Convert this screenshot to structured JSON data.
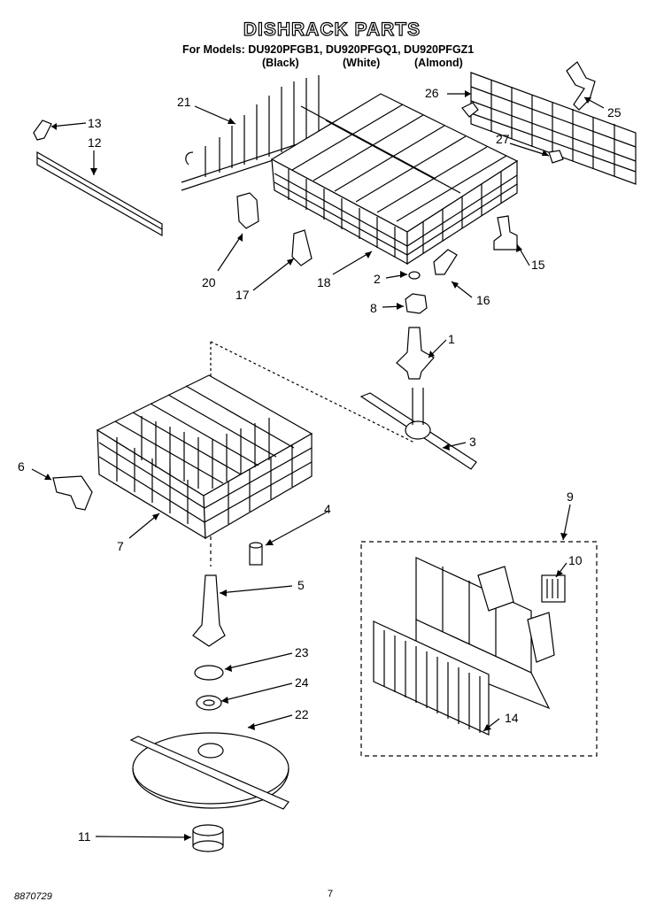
{
  "header": {
    "title": "DISHRACK PARTS",
    "models_line": "For Models: DU920PFGB1, DU920PFGQ1, DU920PFGZ1",
    "colors": [
      "(Black)",
      "(White)",
      "(Almond)"
    ]
  },
  "callouts": [
    "1",
    "2",
    "3",
    "4",
    "5",
    "6",
    "7",
    "8",
    "9",
    "10",
    "11",
    "12",
    "13",
    "14",
    "15",
    "16",
    "17",
    "18",
    "20",
    "21",
    "22",
    "23",
    "24",
    "25",
    "26",
    "27"
  ],
  "footer": {
    "code": "8870729",
    "page": "7"
  }
}
